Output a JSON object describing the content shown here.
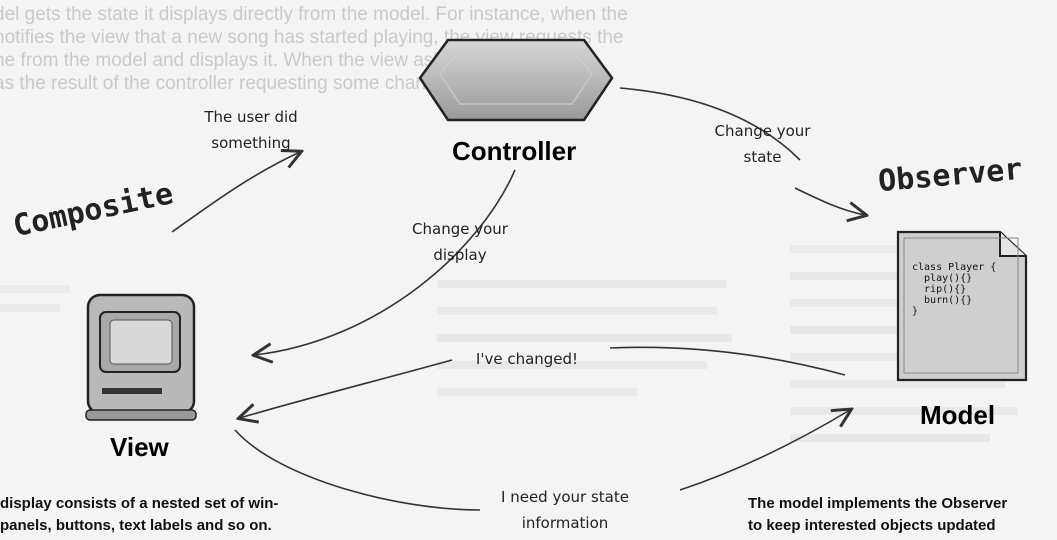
{
  "background_text": {
    "line1": "del gets the state it displays directly from the model. For instance, when the",
    "line2": "notifies the view that a new song has started playing, the view requests the",
    "line3": "ne from the model and displays it. When the view asks the model for",
    "line4": "as the result of the controller requesting some change in the view."
  },
  "diagram": {
    "controller_label": "Controller",
    "view_label": "View",
    "model_label": "Model",
    "composite_title": "Composite",
    "observer_title": "Observer",
    "arrow_user_did": "The user did\nsomething",
    "arrow_change_state": "Change your\nstate",
    "arrow_change_display": "Change your\ndisplay",
    "arrow_ive_changed": "I've changed!",
    "arrow_need_state": "I need your state\ninformation",
    "view_caption": "display consists of a nested set of win-\npanels, buttons, text labels and so on.",
    "model_caption": "The model implements the Observer\nto keep interested objects updated",
    "model_code": "class Player {\n  play(){}\n  rip(){}\n  burn(){}\n}"
  },
  "colors": {
    "controller_fill": "#b8b8b8",
    "computer_fill": "#bdbdbd",
    "document_fill": "#d2d2d2"
  }
}
